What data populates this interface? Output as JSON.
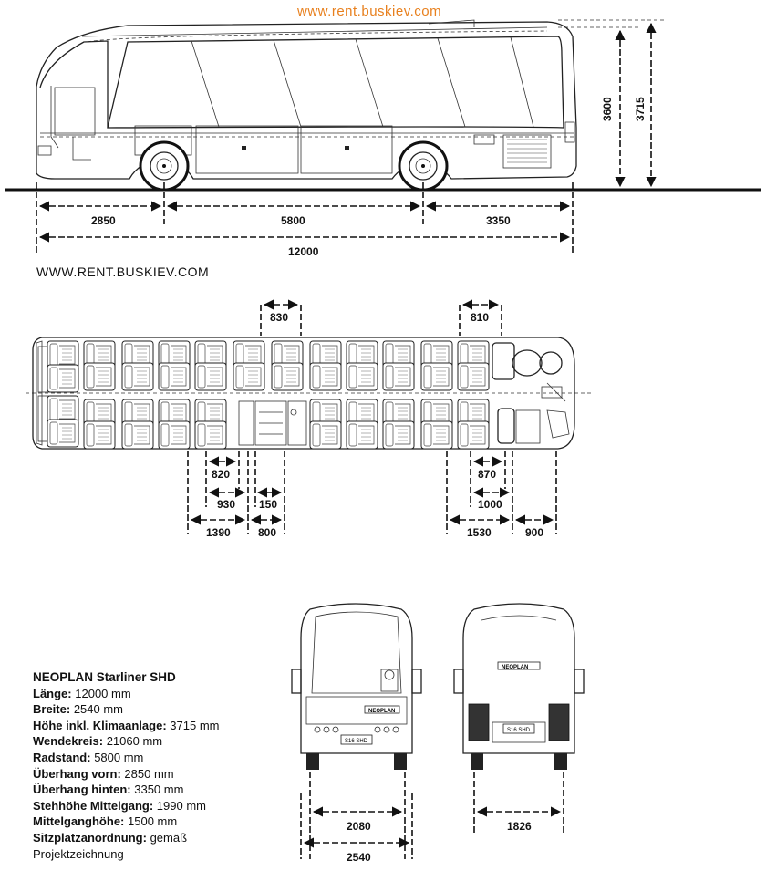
{
  "urls": {
    "top": "www.rent.buskiev.com",
    "middle": "WWW.RENT.BUSKIEV.COM"
  },
  "colors": {
    "accent_url": "#e8801e",
    "line": "#222222"
  },
  "side_view": {
    "dims": {
      "front_overhang": "2850",
      "wheelbase": "5800",
      "rear_overhang": "3350",
      "length": "12000",
      "height": "3600",
      "height_ac": "3715"
    }
  },
  "top_view": {
    "dims": {
      "d830": "830",
      "d810": "810",
      "d820": "820",
      "d930": "930",
      "d150": "150",
      "d1390": "1390",
      "d800": "800",
      "d870": "870",
      "d1000": "1000",
      "d1530": "1530",
      "d900": "900"
    }
  },
  "end_views": {
    "plate_front": "S16 SHD",
    "plate_rear": "S16 SHD",
    "brand_badge": "NEOPLAN",
    "dims": {
      "d2080": "2080",
      "d2540": "2540",
      "d1826": "1826"
    }
  },
  "specs": {
    "title": "NEOPLAN Starliner SHD",
    "rows": [
      {
        "label": "Länge:",
        "value": "12000 mm"
      },
      {
        "label": "Breite:",
        "value": "2540 mm"
      },
      {
        "label": "Höhe inkl. Klimaanlage:",
        "value": "3715 mm"
      },
      {
        "label": "Wendekreis:",
        "value": "21060 mm"
      },
      {
        "label": "Radstand:",
        "value": "5800 mm"
      },
      {
        "label": "Überhang vorn:",
        "value": "2850 mm"
      },
      {
        "label": "Überhang hinten:",
        "value": "3350 mm"
      },
      {
        "label": "Stehhöhe Mittelgang:",
        "value": "1990 mm"
      },
      {
        "label": "Mittelganghöhe:",
        "value": "1500 mm"
      },
      {
        "label": "Sitzplatzanordnung:",
        "value": "gemäß"
      }
    ],
    "footer": "Projektzeichnung"
  }
}
